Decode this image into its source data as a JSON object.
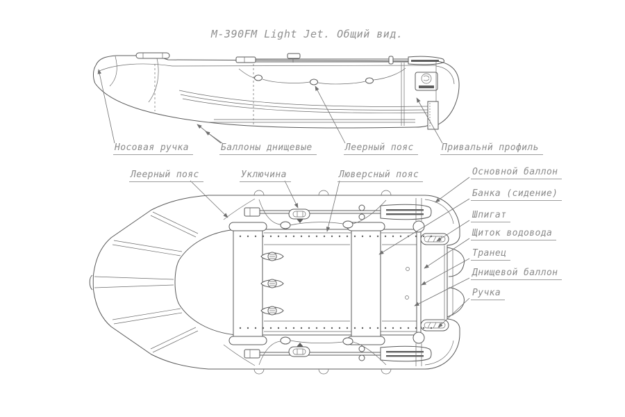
{
  "title": "М-390FM Light Jet. Общий вид.",
  "side_view": {
    "labels": [
      {
        "text": "Носовая ручка"
      },
      {
        "text": "Баллоны днищевые"
      },
      {
        "text": "Леерный пояс"
      },
      {
        "text": "Привальнй профиль"
      }
    ]
  },
  "top_view": {
    "labels_top": [
      {
        "text": "Леерный пояс"
      },
      {
        "text": "Уключина"
      },
      {
        "text": "Люверсный пояс"
      }
    ],
    "labels_right": [
      {
        "text": "Основной баллон"
      },
      {
        "text": "Банка (сидение)"
      },
      {
        "text": "Шпигат"
      },
      {
        "text": "Щиток водовода"
      },
      {
        "text": "Транец"
      },
      {
        "text": "Днищевой баллон"
      },
      {
        "text": "Ручка"
      }
    ]
  },
  "colors": {
    "drawing_line": "#585858",
    "label_text": "#8a8a8a",
    "background": "#ffffff"
  }
}
